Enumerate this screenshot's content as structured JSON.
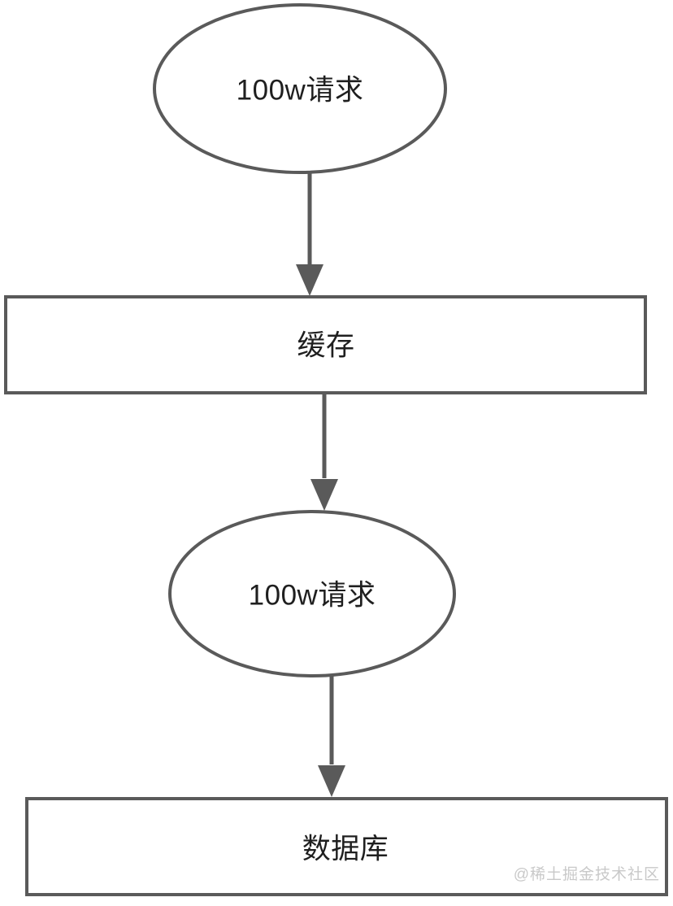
{
  "diagram": {
    "title": "cache-to-database request flow",
    "background_color": "#ffffff",
    "stroke_color": "#5a5a5a",
    "text_color": "#1f1f1f",
    "nodes": [
      {
        "id": "requests_top",
        "shape": "ellipse",
        "label": "100w请求"
      },
      {
        "id": "cache",
        "shape": "rectangle",
        "label": "缓存"
      },
      {
        "id": "requests_mid",
        "shape": "ellipse",
        "label": "100w请求"
      },
      {
        "id": "database",
        "shape": "rectangle",
        "label": "数据库"
      }
    ],
    "edges": [
      {
        "from": "requests_top",
        "to": "cache",
        "label": "",
        "arrow": "down"
      },
      {
        "from": "cache",
        "to": "requests_mid",
        "label": "",
        "arrow": "down"
      },
      {
        "from": "requests_mid",
        "to": "database",
        "label": "",
        "arrow": "down"
      }
    ],
    "watermark": {
      "text": "@稀土掘金技术社区",
      "color": "#c9c9c9"
    }
  }
}
